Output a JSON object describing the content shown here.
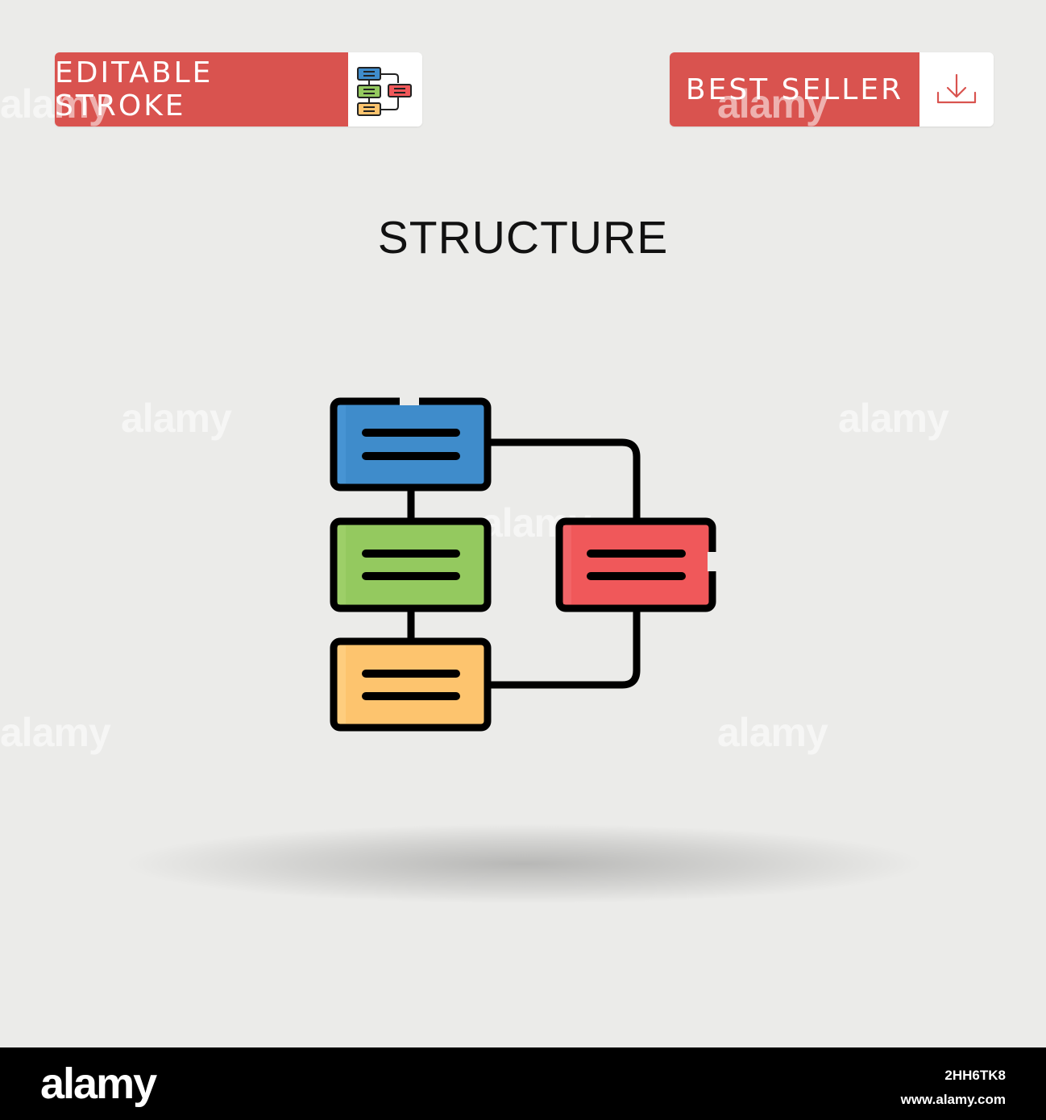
{
  "badges": {
    "editable": {
      "label": "EDITABLE STROKE",
      "icon": "structure-mini-icon"
    },
    "best_seller": {
      "label": "BEST SELLER",
      "icon": "download-icon"
    }
  },
  "title": "STRUCTURE",
  "main_icon": {
    "name": "structure-icon",
    "colors": {
      "blue": "#3f8ccb",
      "green": "#94c95f",
      "orange": "#fdc46e",
      "red": "#f0585a",
      "stroke": "#000000"
    }
  },
  "colors": {
    "accent": "#d9534f",
    "background": "#ebebe9",
    "footer": "#000000"
  },
  "watermark_text": "alamy",
  "footer": {
    "logo": "alamy",
    "image_id": "2HH6TK8",
    "url": "www.alamy.com"
  }
}
